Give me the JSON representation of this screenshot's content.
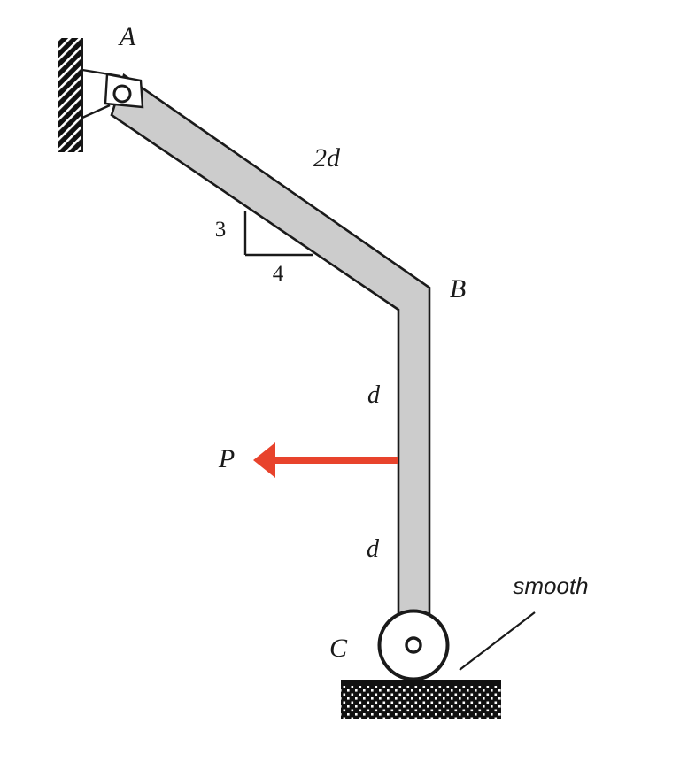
{
  "figure": {
    "description": "Statics diagram: bent bar A-B-C, pinned to a wall at A, sloped 3:4 segment of length 2d down to B, vertical segment to roller at C resting on a smooth horizontal surface, horizontal force P applied at mid-height",
    "points": {
      "a": "A",
      "b": "B",
      "c": "C"
    },
    "dimensions": {
      "ab_length": "2d",
      "b_to_load": "d",
      "load_to_c": "d"
    },
    "slope": {
      "rise": "3",
      "run": "4"
    },
    "force": {
      "label": "P",
      "direction": "left"
    },
    "ground": {
      "label": "smooth"
    },
    "colors": {
      "bar_fill": "#cccccc",
      "outline": "#1a1a1a",
      "arrow_red": "#e8432c",
      "hatch_black": "#111111"
    }
  }
}
